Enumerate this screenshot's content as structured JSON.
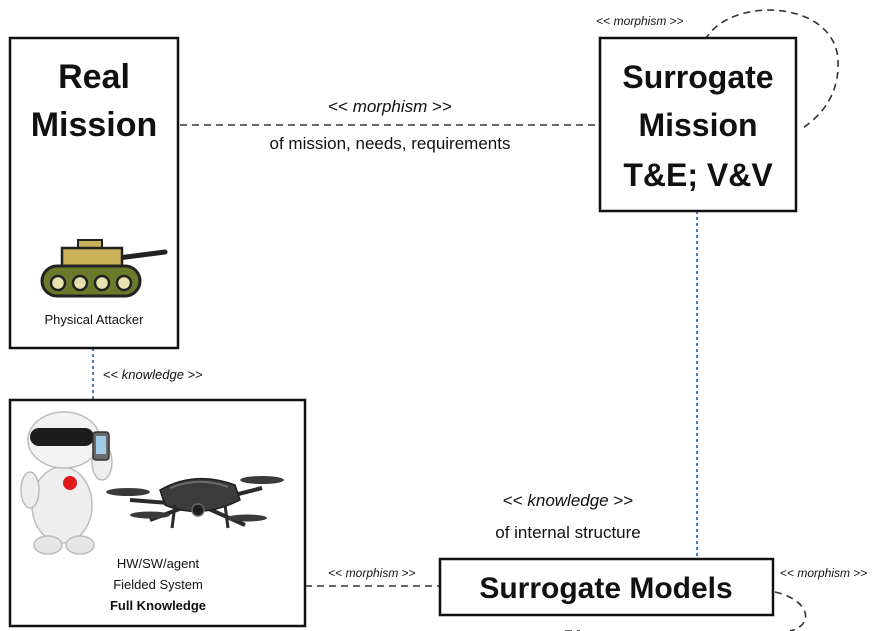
{
  "boxes": {
    "real_mission": {
      "title_line1": "Real",
      "title_line2": "Mission",
      "icon": "tank-icon",
      "caption": "Physical Attacker"
    },
    "surrogate_mission": {
      "title_line1": "Surrogate",
      "title_line2": "Mission",
      "title_line3": "T&E; V&V"
    },
    "fielded_system": {
      "icon": "robot-drone-illustration",
      "line1": "HW/SW/agent",
      "line2": "Fielded System",
      "line3": "Full Knowledge"
    },
    "surrogate_models": {
      "title": "Surrogate Models"
    }
  },
  "connectors": {
    "real_to_surrogate_mission": {
      "stereotype": "<<morphism>>",
      "stereotype_word": "morphism",
      "label": "of mission, needs, requirements"
    },
    "surrogate_mission_self": {
      "stereotype": "<<morphism>>",
      "stereotype_word": "morphism"
    },
    "real_to_fielded": {
      "stereotype": "<<knowledge>>",
      "stereotype_word": "knowledge"
    },
    "surrogate_mission_to_models": {
      "stereotype": "<<knowledge>>",
      "stereotype_word": "knowledge",
      "label": "of internal structure"
    },
    "fielded_to_models": {
      "stereotype": "<<morphism>>",
      "stereotype_word": "morphism"
    },
    "models_self": {
      "stereotype": "<<morphism>>",
      "stereotype_word": "morphism"
    }
  },
  "colors": {
    "box_border": "#111111",
    "dashed_black": "#333333",
    "dotted_blue": "#3a6fb3",
    "tank_body": "#6b7a2a",
    "tank_turret": "#c9b25a"
  }
}
